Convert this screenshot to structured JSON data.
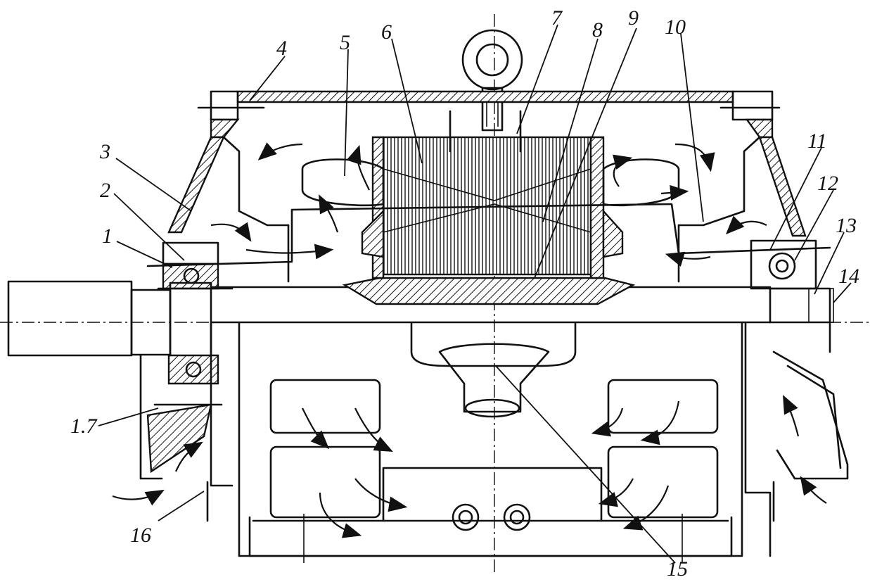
{
  "labels": [
    {
      "id": "1",
      "text": "1"
    },
    {
      "id": "2",
      "text": "2"
    },
    {
      "id": "3",
      "text": "3"
    },
    {
      "id": "4",
      "text": "4"
    },
    {
      "id": "5",
      "text": "5"
    },
    {
      "id": "6",
      "text": "6"
    },
    {
      "id": "7",
      "text": "7"
    },
    {
      "id": "8",
      "text": "8"
    },
    {
      "id": "9",
      "text": "9"
    },
    {
      "id": "10",
      "text": "10"
    },
    {
      "id": "11",
      "text": "11"
    },
    {
      "id": "12",
      "text": "12"
    },
    {
      "id": "13",
      "text": "13"
    },
    {
      "id": "14",
      "text": "14"
    },
    {
      "id": "15",
      "text": "15"
    },
    {
      "id": "16",
      "text": "16"
    },
    {
      "id": "17",
      "text": "1.7"
    }
  ]
}
